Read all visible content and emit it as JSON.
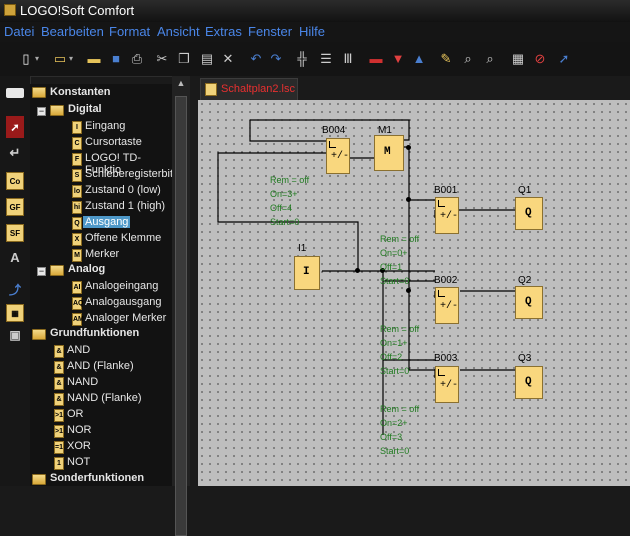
{
  "window": {
    "title": "LOGO!Soft Comfort"
  },
  "menu": [
    "Datei",
    "Bearbeiten",
    "Format",
    "Ansicht",
    "Extras",
    "Fenster",
    "Hilfe"
  ],
  "tree": {
    "konstanten": "Konstanten",
    "digital": "Digital",
    "digital_items": [
      {
        "code": "I",
        "label": "Eingang"
      },
      {
        "code": "C",
        "label": "Cursortaste"
      },
      {
        "code": "F",
        "label": "LOGO! TD-Funktio"
      },
      {
        "code": "S",
        "label": "Schieberegisterbit"
      },
      {
        "code": "lo",
        "label": "Zustand 0 (low)"
      },
      {
        "code": "hi",
        "label": "Zustand 1 (high)"
      },
      {
        "code": "Q",
        "label": "Ausgang"
      },
      {
        "code": "X",
        "label": "Offene Klemme"
      },
      {
        "code": "M",
        "label": "Merker"
      }
    ],
    "analog": "Analog",
    "analog_items": [
      {
        "code": "AI",
        "label": "Analogeingang"
      },
      {
        "code": "AQ",
        "label": "Analogausgang"
      },
      {
        "code": "AM",
        "label": "Analoger Merker"
      }
    ],
    "grundfunktionen": "Grundfunktionen",
    "gf_items": [
      {
        "code": "&",
        "label": "AND"
      },
      {
        "code": "&",
        "label": "AND (Flanke)"
      },
      {
        "code": "&",
        "label": "NAND"
      },
      {
        "code": "&",
        "label": "NAND (Flanke)"
      },
      {
        "code": ">1",
        "label": "OR"
      },
      {
        "code": ">1",
        "label": "NOR"
      },
      {
        "code": "=1",
        "label": "XOR"
      },
      {
        "code": "1",
        "label": "NOT"
      }
    ],
    "sonder": "Sonderfunktionen"
  },
  "tabs": {
    "active": "Schaltplan2.lsc"
  },
  "diagram": {
    "blocks": {
      "b004": {
        "name": "B004",
        "symbol": "+/-"
      },
      "m1": {
        "name": "M1",
        "symbol": "M"
      },
      "b001": {
        "name": "B001",
        "symbol": "+/-"
      },
      "b002": {
        "name": "B002",
        "symbol": "+/-"
      },
      "b003": {
        "name": "B003",
        "symbol": "+/-"
      },
      "q1": {
        "name": "Q1",
        "symbol": "Q"
      },
      "q2": {
        "name": "Q2",
        "symbol": "Q"
      },
      "q3": {
        "name": "Q3",
        "symbol": "Q"
      },
      "i1": {
        "name": "I1",
        "symbol": "I"
      }
    },
    "params": {
      "b004": [
        "Rem = off",
        "On=3+",
        "Off=4",
        "Start=0"
      ],
      "b001": [
        "Rem = off",
        "On=0+",
        "Off=1",
        "Start=0"
      ],
      "b002": [
        "Rem = off",
        "On=1+",
        "Off=2",
        "Start=0"
      ],
      "b003": [
        "Rem = off",
        "On=2+",
        "Off=3",
        "Start=0"
      ]
    }
  },
  "colors": {
    "menu_text": "#4a86e8",
    "block_fill": "#f9d77e",
    "param_text": "#1f7a1f",
    "tab_text": "#e83030",
    "selection": "#4e98c8"
  }
}
